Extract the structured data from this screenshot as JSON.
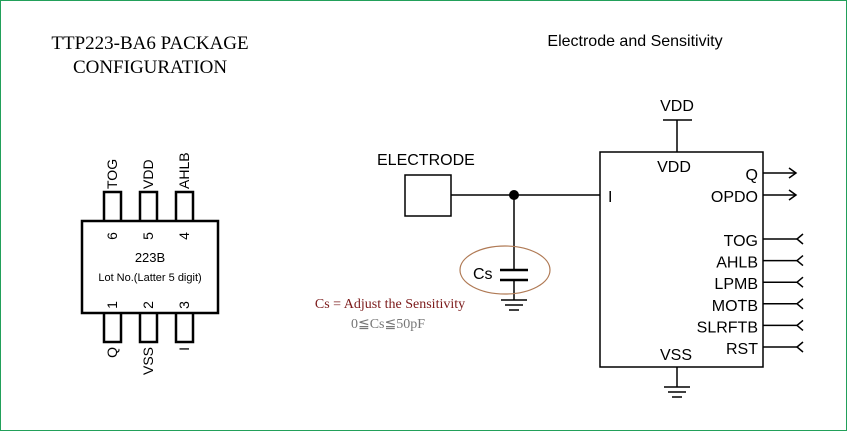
{
  "left": {
    "title_line1": "TTP223-BA6 PACKAGE",
    "title_line2": "CONFIGURATION",
    "chip_marking": "223B",
    "chip_lot": "Lot No.(Latter 5 digit)",
    "top_pins": [
      {
        "number": "6",
        "name": "TOG"
      },
      {
        "number": "5",
        "name": "VDD"
      },
      {
        "number": "4",
        "name": "AHLB"
      }
    ],
    "bottom_pins": [
      {
        "number": "1",
        "name": "Q"
      },
      {
        "number": "2",
        "name": "VSS"
      },
      {
        "number": "3",
        "name": "I"
      }
    ]
  },
  "right": {
    "title": "Electrode and Sensitivity",
    "electrode_label": "ELECTRODE",
    "cap_label": "Cs",
    "cap_note": "Cs = Adjust the Sensitivity",
    "cap_range": "0≦Cs≦50pF",
    "ic": {
      "vdd_top": "VDD",
      "vdd_inside": "VDD",
      "vss_inside": "VSS",
      "input_pin": "I",
      "outputs": [
        "Q",
        "OPDO"
      ],
      "inputs": [
        "TOG",
        "AHLB",
        "LPMB",
        "MOTB",
        "SLRFTB",
        "RST"
      ]
    }
  },
  "colors": {
    "frame": "#22a05a",
    "line": "#000000",
    "pin_fill": "#ffffff",
    "note": "#7b1a1a",
    "range": "#777777",
    "ellipse": "#b07a55"
  }
}
